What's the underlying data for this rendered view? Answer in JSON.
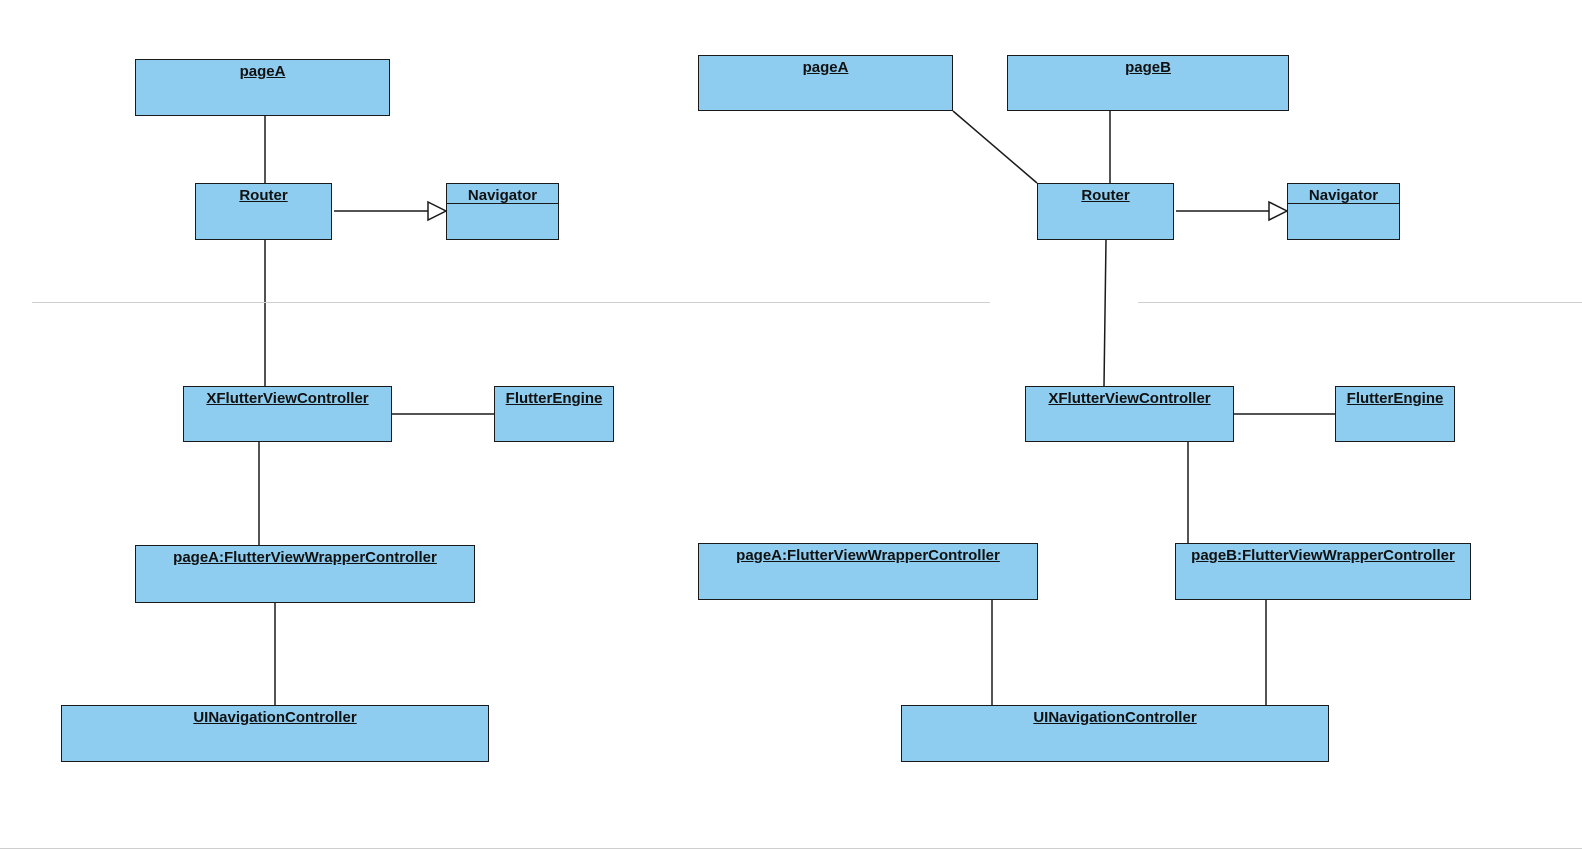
{
  "left": {
    "pageA": "pageA",
    "router": "Router",
    "navigator": "Navigator",
    "xflutter": "XFlutterViewController",
    "engine": "FlutterEngine",
    "wrapperA": "pageA:FlutterViewWrapperController",
    "uinav": "UINavigationController"
  },
  "right": {
    "pageA": "pageA",
    "pageB": "pageB",
    "router": "Router",
    "navigator": "Navigator",
    "xflutter": "XFlutterViewController",
    "engine": "FlutterEngine",
    "wrapperA": "pageA:FlutterViewWrapperController",
    "wrapperB": "pageB:FlutterViewWrapperController",
    "uinav": "UINavigationController"
  },
  "colors": {
    "box_fill": "#8ecdf0",
    "box_border": "#1a1a1a",
    "separator": "#cfcfcf"
  }
}
